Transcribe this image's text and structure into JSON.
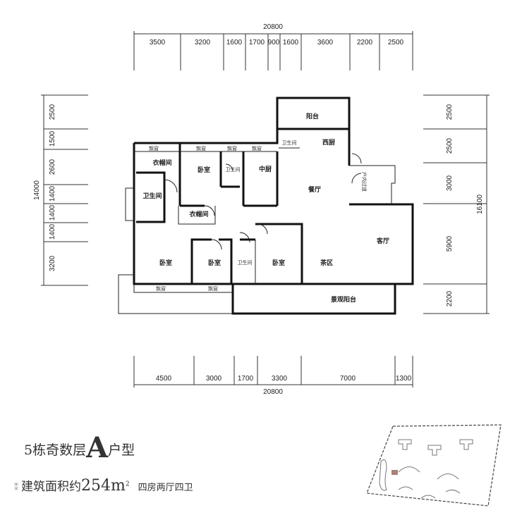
{
  "dimensions": {
    "top_total": "20800",
    "top": [
      "3500",
      "3200",
      "1600",
      "1700",
      "900",
      "1600",
      "3600",
      "2200",
      "2500"
    ],
    "bottom_total": "20800",
    "bottom": [
      "4500",
      "3000",
      "1700",
      "3300",
      "7000",
      "1300"
    ],
    "left_total": "14000",
    "left": [
      "2500",
      "1500",
      "2600",
      "1400",
      "1400",
      "1400",
      "3200"
    ],
    "right_total": "16100",
    "right": [
      "2500",
      "2500",
      "3000",
      "5900",
      "2200"
    ]
  },
  "rooms": {
    "balcony": "阳台",
    "western_kitchen": "西厨",
    "bath_top": "卫生间",
    "bay_window": "飘窗",
    "walk_in_closet_1": "衣帽间",
    "bedroom_top": "卧室",
    "bath_mid": "卫生间",
    "chinese_kitchen": "中厨",
    "bath_left": "卫生间",
    "dining": "餐厅",
    "entry_hall": "户内过道",
    "walk_in_closet_2": "衣帽间",
    "living": "客厅",
    "bedroom_sw": "卧室",
    "bedroom_s2": "卧室",
    "bath_s": "卫生间",
    "bedroom_s3": "卧室",
    "tea_area": "茶区",
    "view_balcony": "景观阳台"
  },
  "title": {
    "prefix": "5栋奇数层",
    "letter": "A",
    "suffix": "户型"
  },
  "subtitle": {
    "label": "建筑面积约",
    "area": "254m",
    "exp": "2",
    "layout": "四房两厅四卫"
  }
}
